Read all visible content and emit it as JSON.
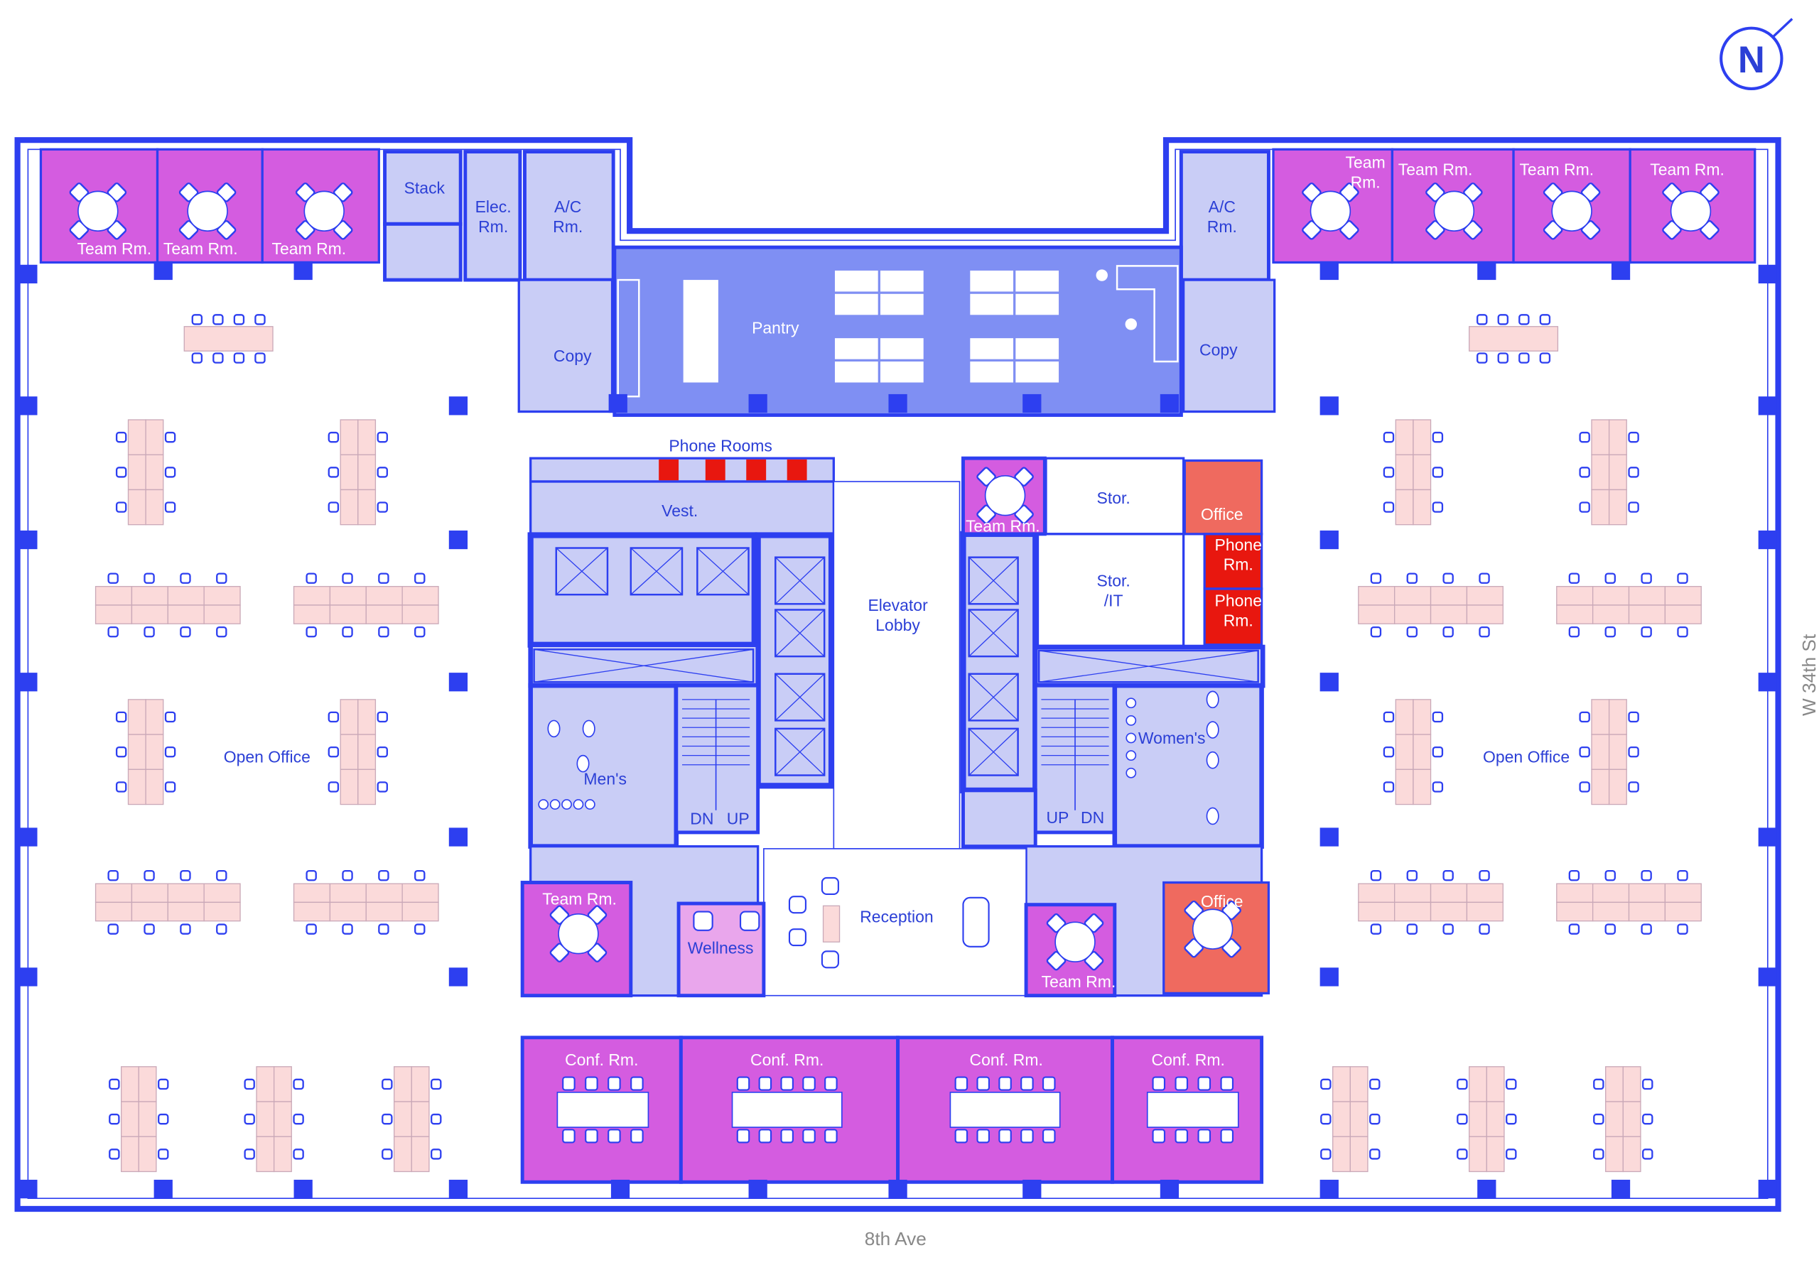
{
  "colors": {
    "wall": "#2d3ff0",
    "core": "#c9cdf6",
    "pantry": "#7f8ff3",
    "team": "#d45ce0",
    "wellness": "#e9a6ec",
    "office": "#ef6a5f",
    "phone": "#e8170f",
    "desk": "#fbdada",
    "text": "#2b3fd6",
    "street": "#888888"
  },
  "compass": {
    "letter": "N",
    "icon": "north-arrow-icon"
  },
  "streets": {
    "south": "8th Ave",
    "east": "W 34th St"
  },
  "rooms": {
    "team_rm": "Team Rm.",
    "team_rm_split": [
      "Team",
      "Rm."
    ],
    "stack": "Stack",
    "elec_rm": [
      "Elec.",
      "Rm."
    ],
    "ac_rm": [
      "A/C",
      "Rm."
    ],
    "copy": "Copy",
    "pantry": "Pantry",
    "phone_rooms": "Phone Rooms",
    "vest": "Vest.",
    "elevator_lobby": [
      "Elevator",
      "Lobby"
    ],
    "stor": "Stor.",
    "stor_it": [
      "Stor.",
      "/IT"
    ],
    "office": "Office",
    "phone_rm": [
      "Phone",
      "Rm."
    ],
    "mens": "Men's",
    "womens": "Women's",
    "dn": "DN",
    "up": "UP",
    "reception": "Reception",
    "wellness": "Wellness",
    "conf_rm": "Conf. Rm.",
    "open_office": "Open Office"
  }
}
